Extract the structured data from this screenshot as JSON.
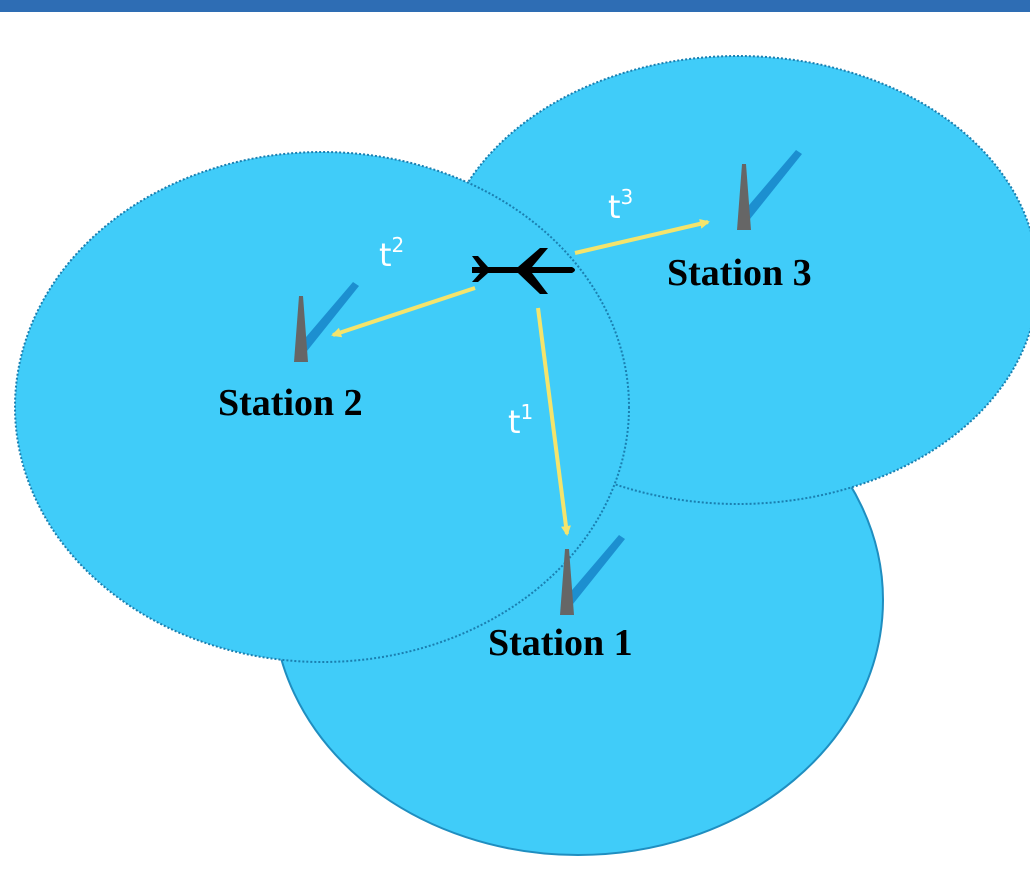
{
  "colors": {
    "top_bar": "#2e6db4",
    "coverage_fill": "#40ccf9",
    "coverage_stroke_solid": "#1f8ec0",
    "coverage_stroke_dotted": "#1a7fb0",
    "signal_arrow": "#f4e46c",
    "antenna_body": "#666666",
    "antenna_beam": "#1c8fd0",
    "aircraft": "#000000"
  },
  "stations": [
    {
      "id": "station-1",
      "label": "Station 1"
    },
    {
      "id": "station-2",
      "label": "Station 2"
    },
    {
      "id": "station-3",
      "label": "Station 3"
    }
  ],
  "signals": [
    {
      "id": "t1",
      "base": "t",
      "sup": "1"
    },
    {
      "id": "t2",
      "base": "t",
      "sup": "2"
    },
    {
      "id": "t3",
      "base": "t",
      "sup": "3"
    }
  ],
  "icons": {
    "aircraft": "airplane-icon",
    "antenna": "antenna-tower-icon"
  }
}
